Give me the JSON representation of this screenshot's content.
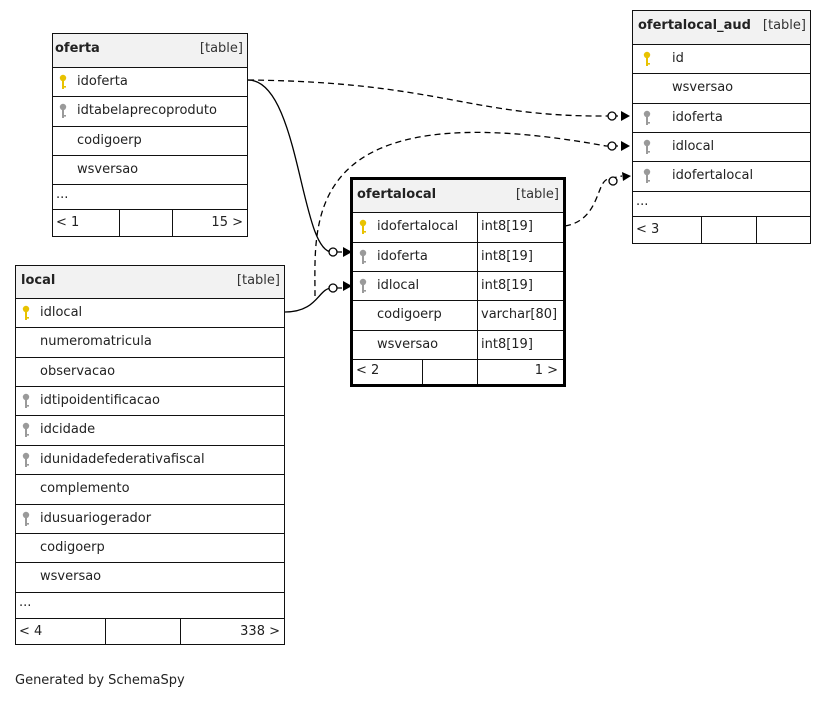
{
  "tables": {
    "oferta": {
      "name": "oferta",
      "tag": "[table]",
      "columns": [
        {
          "name": "idoferta",
          "icon": "primary-key-icon"
        },
        {
          "name": "idtabelaprecoproduto",
          "icon": "foreign-key-icon"
        },
        {
          "name": "codigoerp",
          "icon": ""
        },
        {
          "name": "wsversao",
          "icon": ""
        }
      ],
      "more": "...",
      "parents": "< 1",
      "children": "15 >"
    },
    "local": {
      "name": "local",
      "tag": "[table]",
      "columns": [
        {
          "name": "idlocal",
          "icon": "primary-key-icon"
        },
        {
          "name": "numeromatricula",
          "icon": ""
        },
        {
          "name": "observacao",
          "icon": ""
        },
        {
          "name": "idtipoidentificacao",
          "icon": "foreign-key-icon"
        },
        {
          "name": "idcidade",
          "icon": "foreign-key-icon"
        },
        {
          "name": "idunidadefederativafiscal",
          "icon": "foreign-key-icon"
        },
        {
          "name": "complemento",
          "icon": ""
        },
        {
          "name": "idusuariogerador",
          "icon": "foreign-key-icon"
        },
        {
          "name": "codigoerp",
          "icon": ""
        },
        {
          "name": "wsversao",
          "icon": ""
        }
      ],
      "more": "...",
      "parents": "< 4",
      "children": "338 >"
    },
    "ofertalocal": {
      "name": "ofertalocal",
      "tag": "[table]",
      "columns": [
        {
          "name": "idofertalocal",
          "type": "int8[19]",
          "icon": "primary-key-icon"
        },
        {
          "name": "idoferta",
          "type": "int8[19]",
          "icon": "foreign-key-icon"
        },
        {
          "name": "idlocal",
          "type": "int8[19]",
          "icon": "foreign-key-icon"
        },
        {
          "name": "codigoerp",
          "type": "varchar[80]",
          "icon": ""
        },
        {
          "name": "wsversao",
          "type": "int8[19]",
          "icon": ""
        }
      ],
      "parents": "< 2",
      "children": "1 >"
    },
    "ofertalocal_aud": {
      "name": "ofertalocal_aud",
      "tag": "[table]",
      "columns": [
        {
          "name": "id",
          "icon": "primary-key-icon"
        },
        {
          "name": "wsversao",
          "icon": ""
        },
        {
          "name": "idoferta",
          "icon": "foreign-key-icon"
        },
        {
          "name": "idlocal",
          "icon": "foreign-key-icon"
        },
        {
          "name": "idofertalocal",
          "icon": "foreign-key-icon"
        }
      ],
      "more": "...",
      "parents": "< 3",
      "children": ""
    }
  },
  "colors": {
    "primary_key": "#e8c200",
    "foreign_key": "#9a9a9a",
    "header_bg": "#f2f2f2",
    "line": "#000000"
  },
  "footer": "Generated by SchemaSpy"
}
